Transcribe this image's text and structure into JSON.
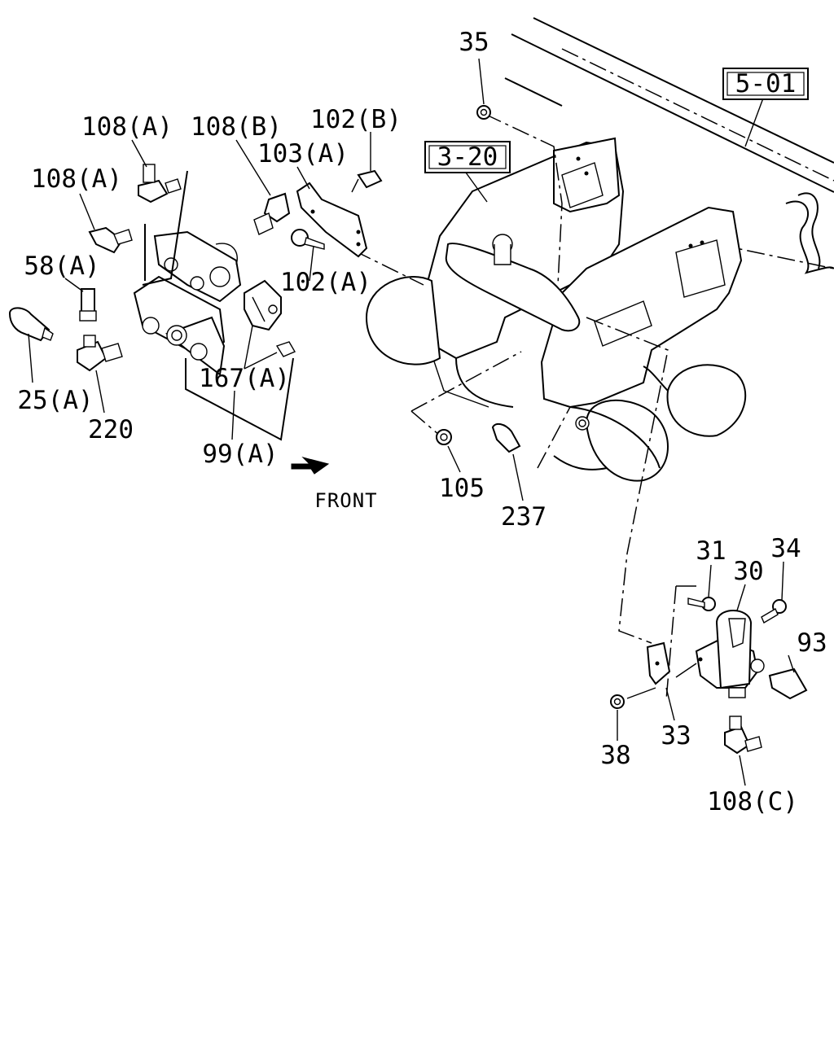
{
  "diagram": {
    "callouts": [
      {
        "id": "c35",
        "text": "35"
      },
      {
        "id": "c501",
        "text": "5-01"
      },
      {
        "id": "c320",
        "text": "3-20"
      },
      {
        "id": "c108a1",
        "text": "108(A)"
      },
      {
        "id": "c108b",
        "text": "108(B)"
      },
      {
        "id": "c102b",
        "text": "102(B)"
      },
      {
        "id": "c103a",
        "text": "103(A)"
      },
      {
        "id": "c108a2",
        "text": "108(A)"
      },
      {
        "id": "c58a",
        "text": "58(A)"
      },
      {
        "id": "c102a",
        "text": "102(A)"
      },
      {
        "id": "c167a",
        "text": "167(A)"
      },
      {
        "id": "c25a",
        "text": "25(A)"
      },
      {
        "id": "c220",
        "text": "220"
      },
      {
        "id": "c99a",
        "text": "99(A)"
      },
      {
        "id": "c105",
        "text": "105"
      },
      {
        "id": "c237",
        "text": "237"
      },
      {
        "id": "c31",
        "text": "31"
      },
      {
        "id": "c30",
        "text": "30"
      },
      {
        "id": "c34",
        "text": "34"
      },
      {
        "id": "c93",
        "text": "93"
      },
      {
        "id": "c38",
        "text": "38"
      },
      {
        "id": "c33",
        "text": "33"
      },
      {
        "id": "c108c",
        "text": "108(C)"
      }
    ],
    "front_label": "FRONT"
  }
}
